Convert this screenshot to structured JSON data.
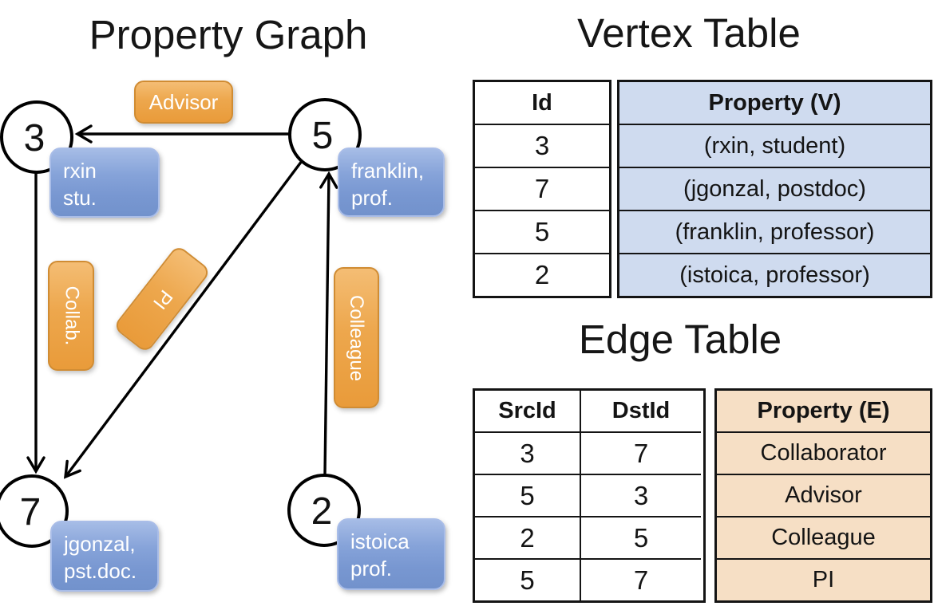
{
  "graph": {
    "title": "Property Graph",
    "nodes": [
      {
        "id": "3",
        "label_lines": [
          "rxin",
          "stu."
        ]
      },
      {
        "id": "5",
        "label_lines": [
          "franklin,",
          "prof."
        ]
      },
      {
        "id": "7",
        "label_lines": [
          "jgonzal,",
          "pst.doc."
        ]
      },
      {
        "id": "2",
        "label_lines": [
          "istoica",
          "prof."
        ]
      }
    ],
    "edge_labels": {
      "advisor": "Advisor",
      "collab": "Collab.",
      "pi": "PI",
      "colleague": "Colleague"
    }
  },
  "vertex_table": {
    "title": "Vertex Table",
    "columns": [
      "Id",
      "Property (V)"
    ],
    "rows": [
      [
        "3",
        "(rxin, student)"
      ],
      [
        "7",
        "(jgonzal, postdoc)"
      ],
      [
        "5",
        "(franklin, professor)"
      ],
      [
        "2",
        "(istoica, professor)"
      ]
    ]
  },
  "edge_table": {
    "title": "Edge Table",
    "columns": [
      "SrcId",
      "DstId",
      "Property (E)"
    ],
    "rows": [
      [
        "3",
        "7",
        "Collaborator"
      ],
      [
        "5",
        "3",
        "Advisor"
      ],
      [
        "2",
        "5",
        "Colleague"
      ],
      [
        "5",
        "7",
        "PI"
      ]
    ]
  },
  "colors": {
    "edge_label_fill": "#eda74d",
    "edge_label_border": "#d08c33",
    "vertex_label_fill": "#7e9cd4",
    "vertex_label_border": "#a9bde8",
    "vertex_table_bg": "#cfdbef",
    "edge_table_bg": "#f6dfc5",
    "line": "#000000"
  }
}
